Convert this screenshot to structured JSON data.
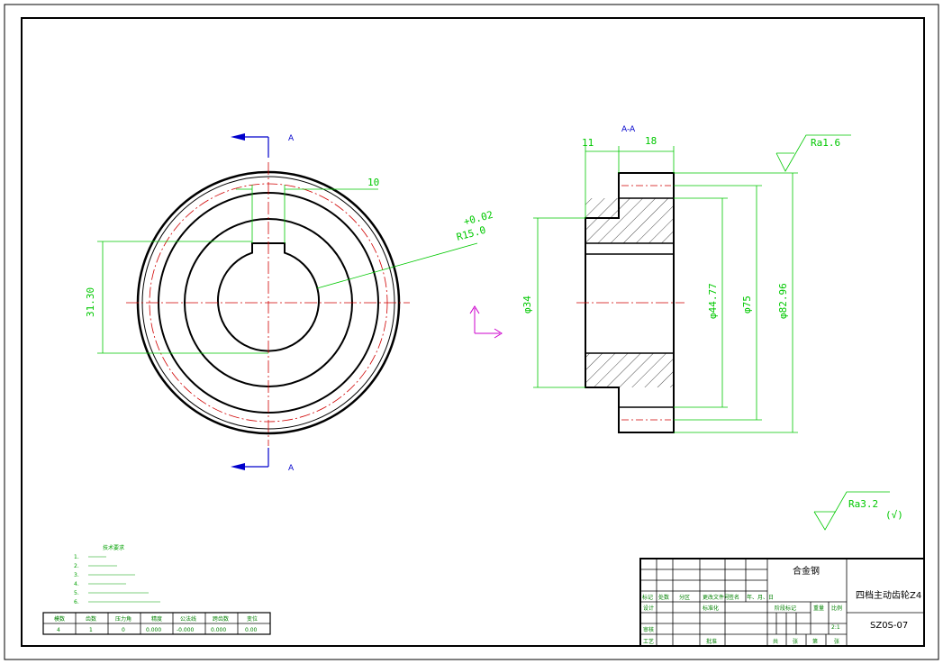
{
  "section_label": "A-A",
  "cut_marker": "A",
  "dims": {
    "keyway_width": "10",
    "keyway_depth": "31.30",
    "bore_tol": "+0.02",
    "bore_radius": "R15.0",
    "hub_len": "11",
    "flange_len": "18",
    "bore_dia": "φ34",
    "d1": "φ44.77",
    "d2": "φ75",
    "d3": "φ82.96"
  },
  "roughness": {
    "top": "Ra1.6",
    "general": "Ra3.2",
    "general_note": "(√)"
  },
  "notes": {
    "title": "技术要求",
    "items": [
      "1.",
      "2.",
      "3.",
      "4.",
      "5.",
      "6."
    ]
  },
  "param_table": {
    "headers": [
      "模数",
      "齿数",
      "压力角",
      "精度",
      "公法线",
      "跨齿数",
      "变位"
    ],
    "values": [
      "4",
      "1",
      "0",
      "0.000",
      "-0.000",
      "0.000",
      "0.00"
    ]
  },
  "title_block": {
    "material": "合金钢",
    "part_name": "四档主动齿轮Z4",
    "drawing_no": "SZ0S-07",
    "scale": "2:1",
    "row_labels": [
      "标记",
      "处数",
      "分区",
      "更改文件号",
      "签名",
      "年、月、日"
    ],
    "left_labels": [
      "设计",
      "标准化",
      "审核",
      "工艺"
    ],
    "stage_labels": [
      "阶段标记",
      "重量",
      "比例"
    ],
    "sheet_labels": [
      "共",
      "张",
      "第",
      "张"
    ],
    "approve": "批准"
  }
}
